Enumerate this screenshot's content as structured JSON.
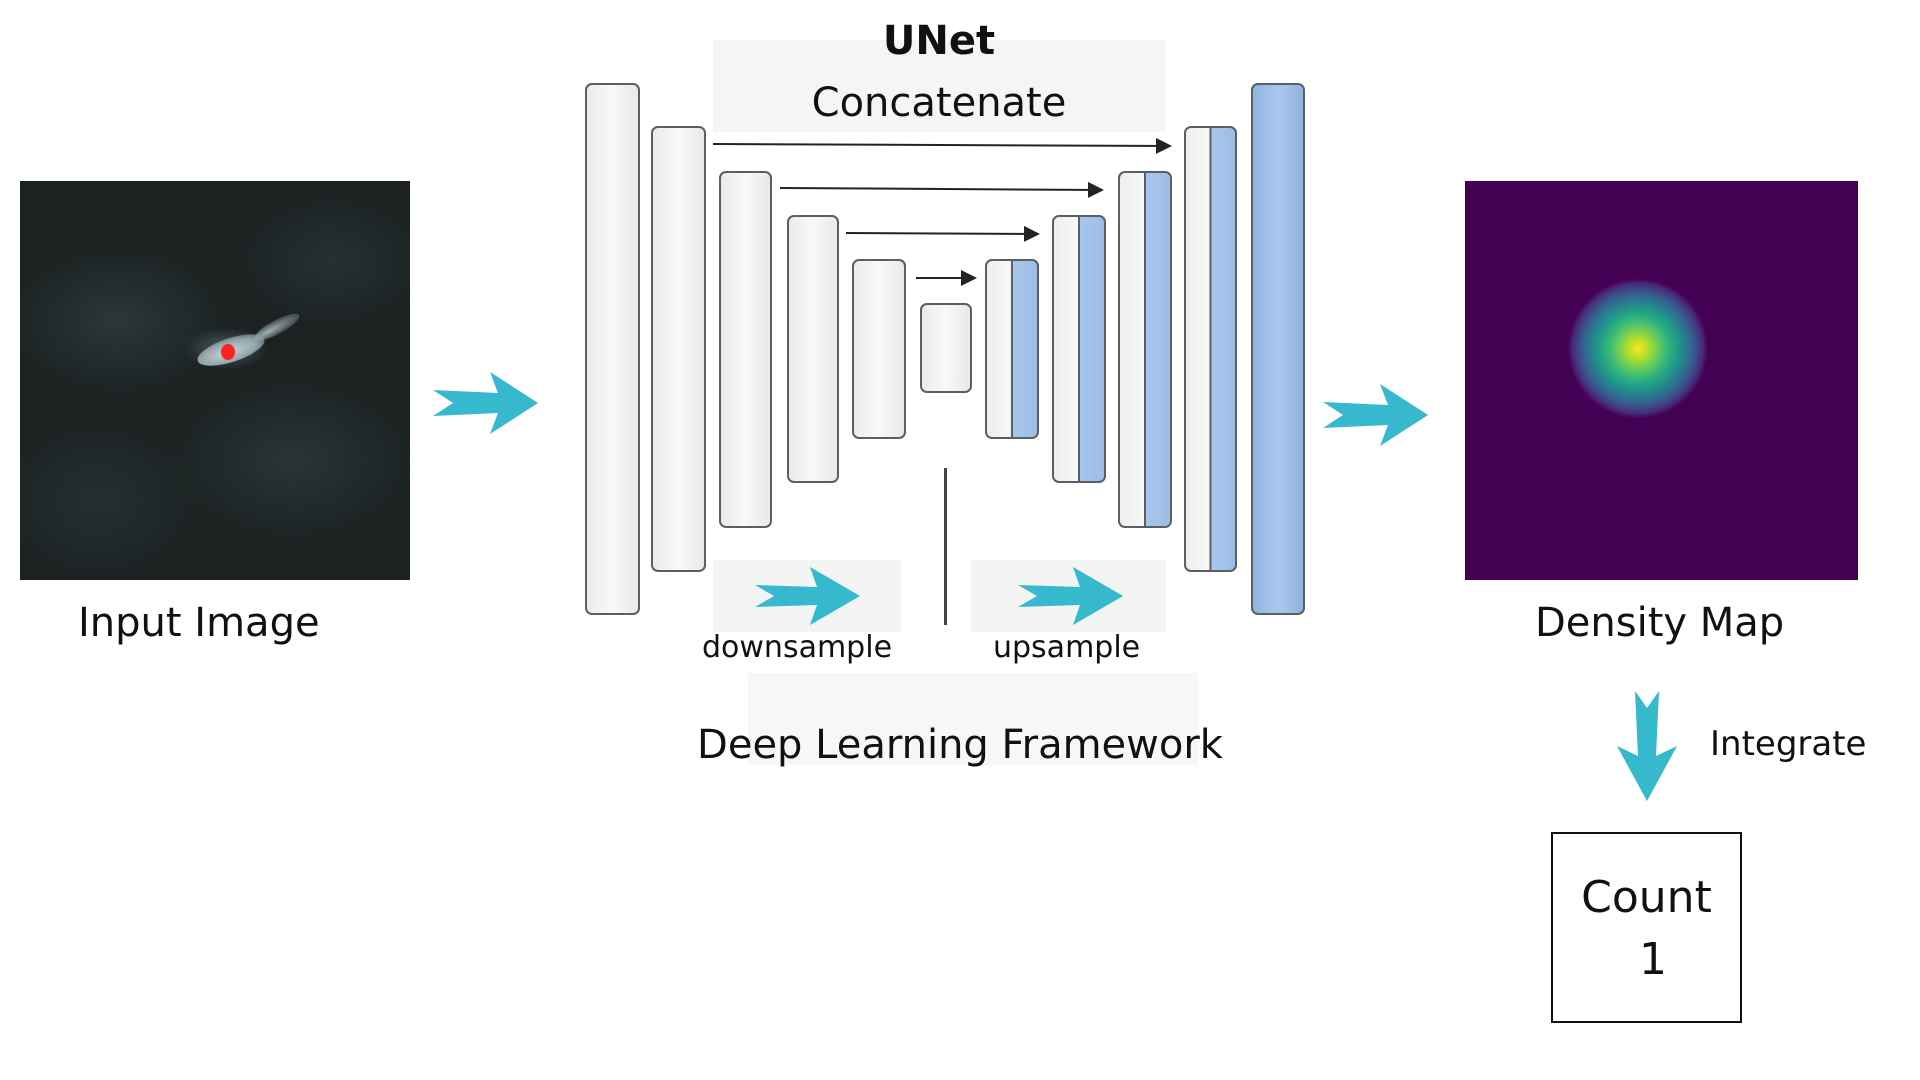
{
  "title": "UNet",
  "concatenate_label": "Concatenate",
  "input_label": "Input Image",
  "downsample_label": "downsample",
  "upsample_label": "upsample",
  "framework_label": "Deep Learning Framework",
  "output_label": "Density Map",
  "integrate_label": "Integrate",
  "count_label": "Count",
  "count_value": "1",
  "colors": {
    "arrow": "#36b9cc",
    "decoder_blue": "#a8c6ec",
    "density_background": "#440154",
    "density_peak": "#fde725",
    "annotation_dot": "#ff2020"
  }
}
